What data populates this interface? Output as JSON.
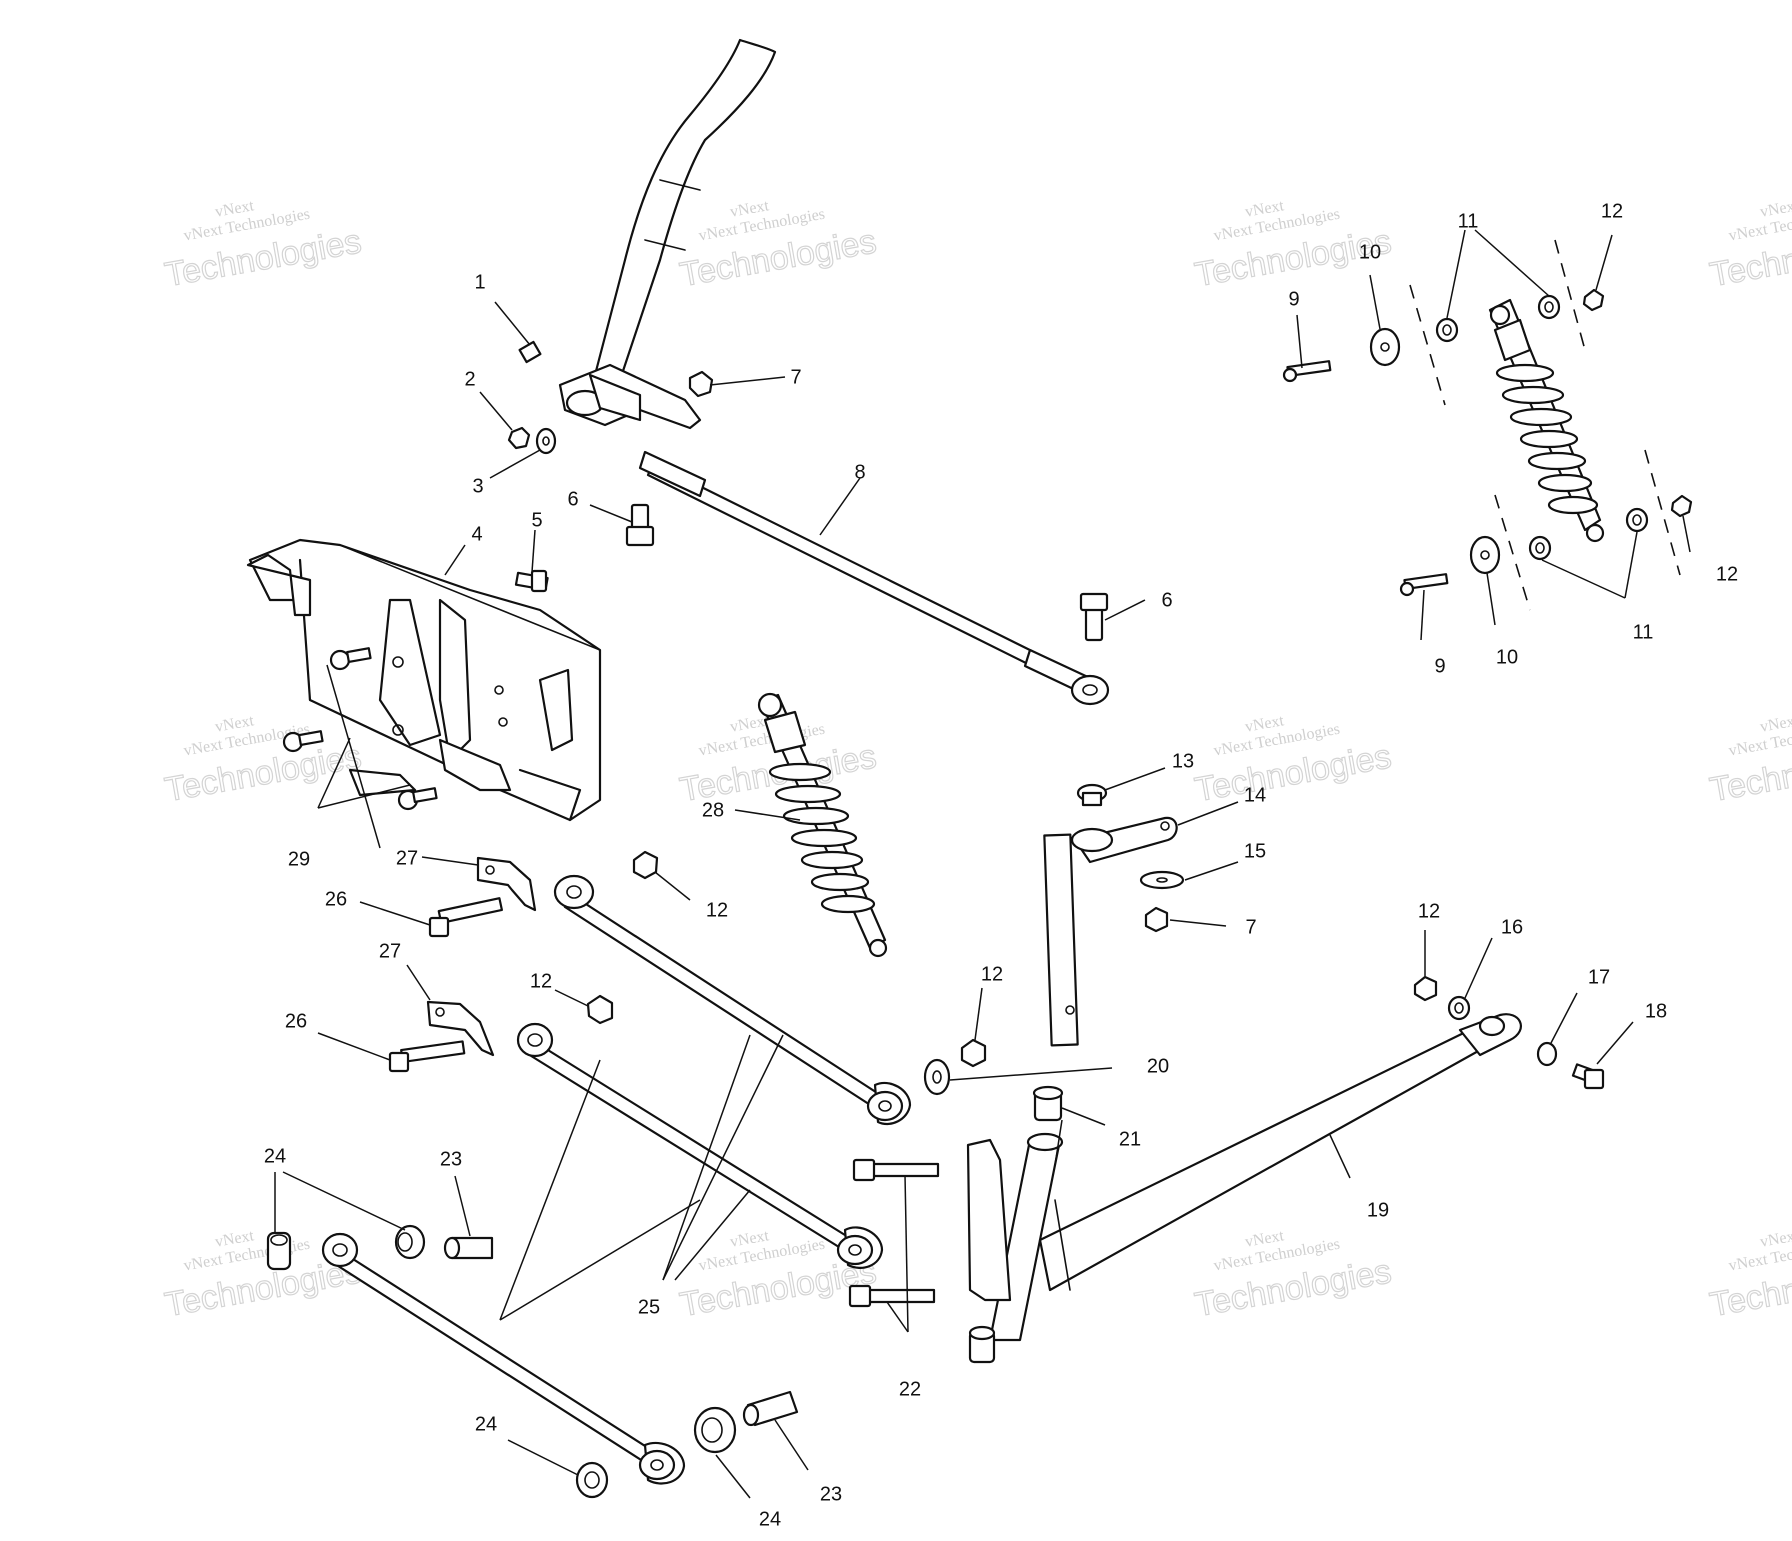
{
  "watermark": {
    "line1": "vNext",
    "line2": "vNext Technologies",
    "line3": "Technologies"
  },
  "callouts": {
    "c1": "1",
    "c2": "2",
    "c3": "3",
    "c4": "4",
    "c5": "5",
    "c6a": "6",
    "c6b": "6",
    "c7a": "7",
    "c7b": "7",
    "c8": "8",
    "c9a": "9",
    "c9b": "9",
    "c10a": "10",
    "c10b": "10",
    "c11a": "11",
    "c11b": "11",
    "c12a": "12",
    "c12b": "12",
    "c12c": "12",
    "c12d": "12",
    "c12e": "12",
    "c12f": "12",
    "c13": "13",
    "c14": "14",
    "c15": "15",
    "c16": "16",
    "c17": "17",
    "c18": "18",
    "c19": "19",
    "c20": "20",
    "c21": "21",
    "c22": "22",
    "c23a": "23",
    "c23b": "23",
    "c24a": "24",
    "c24b": "24",
    "c24c": "24",
    "c25": "25",
    "c26a": "26",
    "c26b": "26",
    "c27a": "27",
    "c27b": "27",
    "c28": "28",
    "c29": "29"
  }
}
